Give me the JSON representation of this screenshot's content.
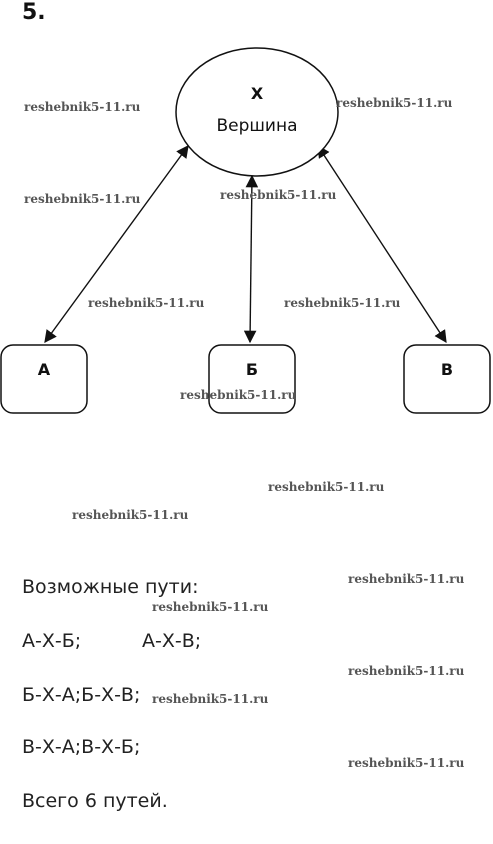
{
  "task_number": "5.",
  "diagram": {
    "center_node": {
      "title": "X",
      "subtitle": "Вершина"
    },
    "nodes": [
      {
        "id": "A",
        "label": "А"
      },
      {
        "id": "B",
        "label": "Б"
      },
      {
        "id": "V",
        "label": "В"
      }
    ]
  },
  "watermark_text": "reshebnik5-11.ru",
  "heading": "Возможные пути:",
  "paths": {
    "row1": [
      "А-Х-Б;",
      "А-Х-В;"
    ],
    "row2": "Б-Х-А;Б-Х-В;",
    "row3": "В-Х-А;В-Х-Б;"
  },
  "total": "Всего 6 путей."
}
